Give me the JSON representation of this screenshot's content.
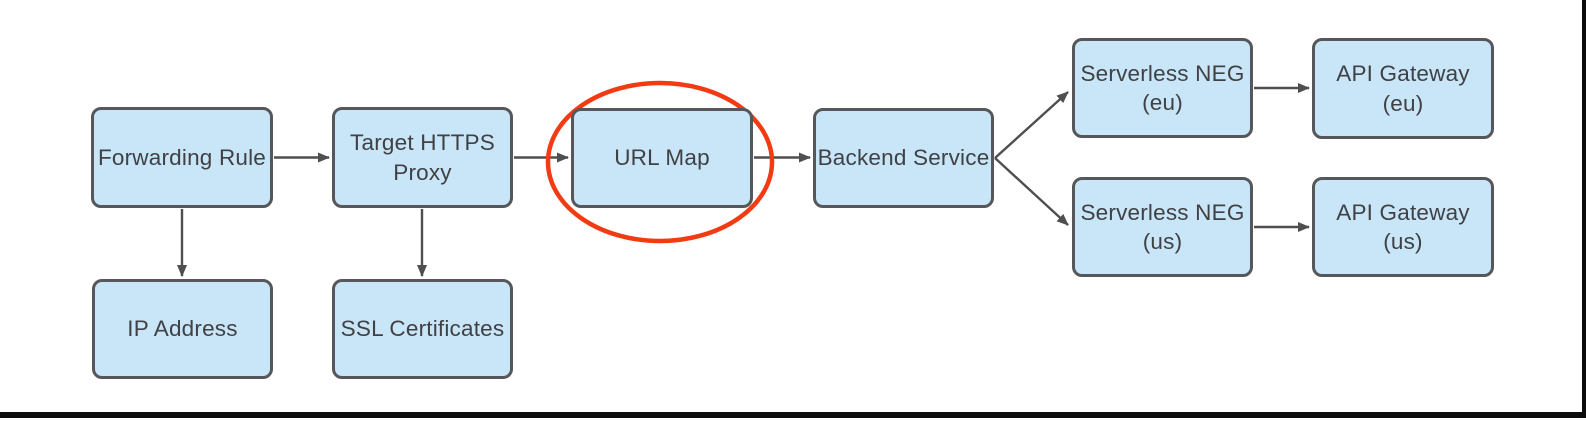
{
  "diagram": {
    "description": "Load balancer architecture flow diagram with URL Map highlighted",
    "nodes": [
      {
        "id": "forwarding-rule",
        "label": "Forwarding Rule"
      },
      {
        "id": "target-https-proxy",
        "label": "Target HTTPS\nProxy"
      },
      {
        "id": "url-map",
        "label": "URL Map"
      },
      {
        "id": "backend-service",
        "label": "Backend Service"
      },
      {
        "id": "serverless-neg-eu",
        "label": "Serverless NEG\n(eu)"
      },
      {
        "id": "api-gateway-eu",
        "label": "API Gateway\n(eu)"
      },
      {
        "id": "serverless-neg-us",
        "label": "Serverless NEG\n(us)"
      },
      {
        "id": "api-gateway-us",
        "label": "API Gateway\n(us)"
      },
      {
        "id": "ip-address",
        "label": "IP Address"
      },
      {
        "id": "ssl-certificates",
        "label": "SSL Certificates"
      }
    ],
    "edges": [
      {
        "from": "forwarding-rule",
        "to": "target-https-proxy"
      },
      {
        "from": "target-https-proxy",
        "to": "url-map"
      },
      {
        "from": "url-map",
        "to": "backend-service"
      },
      {
        "from": "backend-service",
        "to": "serverless-neg-eu"
      },
      {
        "from": "backend-service",
        "to": "serverless-neg-us"
      },
      {
        "from": "serverless-neg-eu",
        "to": "api-gateway-eu"
      },
      {
        "from": "serverless-neg-us",
        "to": "api-gateway-us"
      },
      {
        "from": "forwarding-rule",
        "to": "ip-address"
      },
      {
        "from": "target-https-proxy",
        "to": "ssl-certificates"
      }
    ],
    "annotation": {
      "type": "ellipse-highlight",
      "target": "url-map",
      "color": "#f23b12"
    }
  },
  "colors": {
    "node_fill": "#c9e5f8",
    "node_border": "#55575a",
    "text": "#404144",
    "arrow": "#4e4f51",
    "highlight": "#f23b12",
    "frame": "#0b0b0b",
    "background": "#ffffff"
  }
}
